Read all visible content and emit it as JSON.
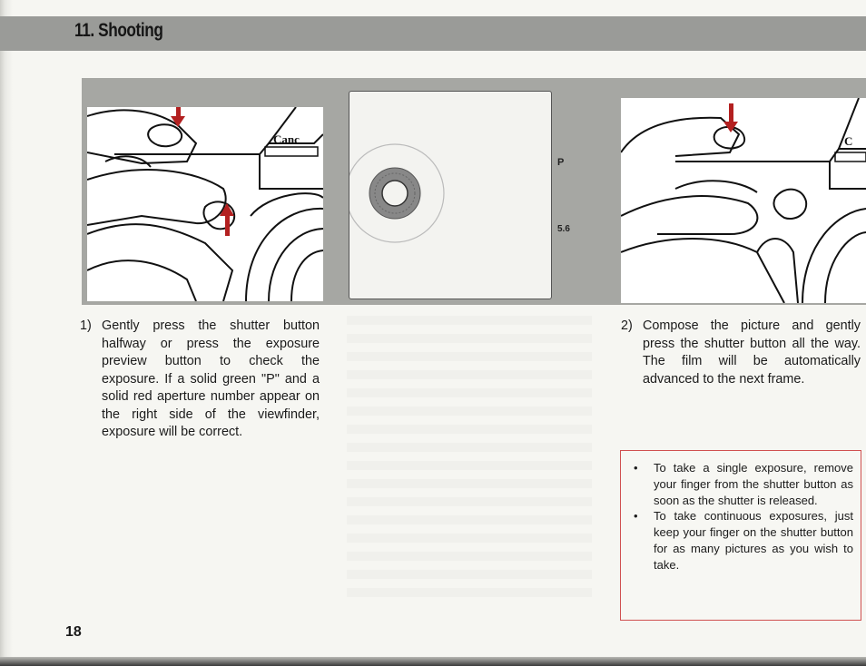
{
  "header": {
    "title": "11. Shooting"
  },
  "figures": {
    "left_brand": "Canc",
    "right_brand": "C",
    "viewfinder": {
      "p_indicator": "P",
      "aperture": "5.6"
    }
  },
  "step1": {
    "number": "1)",
    "text": "Gently press the shutter button halfway or press the exposure preview button to check the exposure. If a solid green \"P\" and a solid red aperture number appear on the right side of the viewfinder, exposure will be correct."
  },
  "step2": {
    "number": "2)",
    "text": "Compose the picture and gently press the shutter button all the way. The film will be automatically advanced to the next frame."
  },
  "notes": [
    {
      "bullet": "•",
      "text": "To take a single exposure, remove your finger from the shutter button as soon as the shutter is released."
    },
    {
      "bullet": "•",
      "text": "To take continuous exposures, just keep your finger on the shutter button for as many pictures as you wish to take."
    }
  ],
  "page_number": "18",
  "colors": {
    "arrow": "#b32020",
    "note_border": "#d05050",
    "band": "#a6a7a3"
  }
}
